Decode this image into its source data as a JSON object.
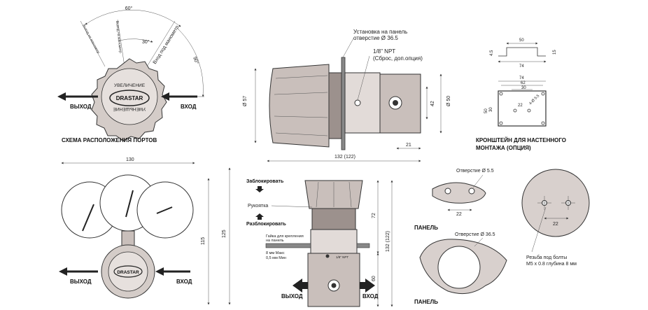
{
  "ports": {
    "angle_60": "60°",
    "angle_30": "30°",
    "angle_90": "90°",
    "gauge_out": "Выход на манометр",
    "gauge_out2": "Выход на манометр",
    "gauge_in": "Вход под манометр",
    "increase": "УВЕЛИЧЕНИЕ",
    "decrease": "УМЕНЬШЕНИЕ",
    "brand": "DRASTAR",
    "outlet": "ВЫХОД",
    "inlet": "ВХОД",
    "caption": "СХЕМА РАСПОЛОЖЕНИЯ ПОРТОВ"
  },
  "side": {
    "panel_mount": "Установка на панель",
    "panel_hole": "отверстие  Ø 36.5",
    "npt": "1/8\" NPT",
    "npt_note": "(Сброс, доп.опция)",
    "d57": "Ø 57",
    "d50": "Ø 50",
    "d42": "42",
    "d21": "21",
    "len": "132 (122)"
  },
  "bracket": {
    "w50": "50",
    "w74a": "74",
    "h15": "15",
    "h45": "4.5",
    "w74": "74",
    "w62": "62",
    "w30": "30",
    "w22": "22",
    "h30": "30",
    "h50": "50",
    "hole": "4-Ø 5.5",
    "caption1": "КРОНШТЕЙН ДЛЯ НАСТЕННОГО",
    "caption2": "МОНТАЖА (ОПЦИЯ)"
  },
  "front": {
    "w130": "130",
    "h115": "115",
    "h125": "125",
    "outlet": "ВЫХОД",
    "inlet": "ВХОД",
    "brand": "DRASTAR"
  },
  "center": {
    "lock": "Заблокировать",
    "handle": "Рукоятка",
    "unlock": "Разблокировать",
    "nut1": "Гайка для крепления",
    "nut2": "на панель",
    "max": "8 мм Макс",
    "min": "0,5 мм Мин",
    "npt_small": "1/8\" NPT",
    "h72": "72",
    "h132": "132 (122)",
    "h60": "60",
    "outlet": "ВЫХОД",
    "inlet": "ВХОД"
  },
  "panel": {
    "hole55": "Отверстие Ø 5.5",
    "d22": "22",
    "label": "ПАНЕЛЬ",
    "hole365": "Отверстие Ø 36.5",
    "label2": "ПАНЕЛЬ"
  },
  "detail": {
    "d22": "22",
    "thread1": "Резьба под болты",
    "thread2": "M5 x 0.8  глубина 8 мм"
  }
}
